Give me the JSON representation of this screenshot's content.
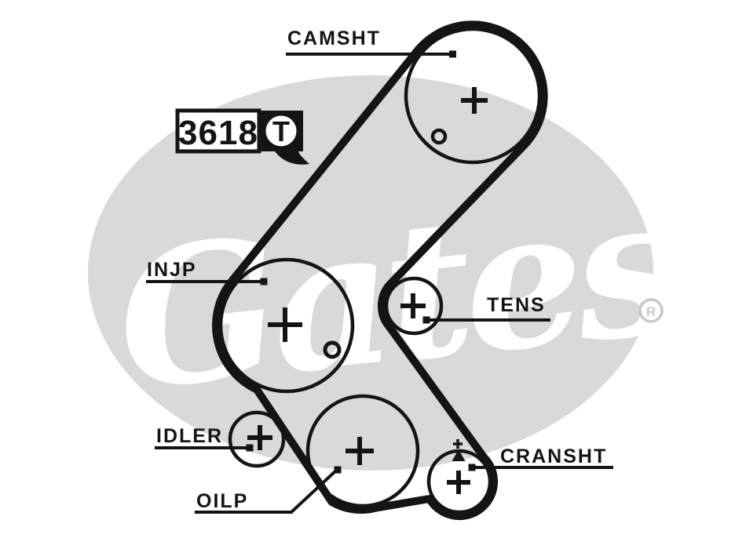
{
  "diagram": {
    "badge": {
      "part_number": "3618",
      "tag_letter": "T"
    },
    "watermark": {
      "brand": "Gates",
      "registered_symbol": "R"
    },
    "labels": {
      "camsht": "CAMSHT",
      "injp": "INJP",
      "tens": "TENS",
      "idler": "IDLER",
      "oilp": "OILP",
      "cransht": "CRANSHT"
    },
    "colors": {
      "ink": "#141414",
      "watermark": "#d9d9d9",
      "background": "#ffffff"
    }
  }
}
